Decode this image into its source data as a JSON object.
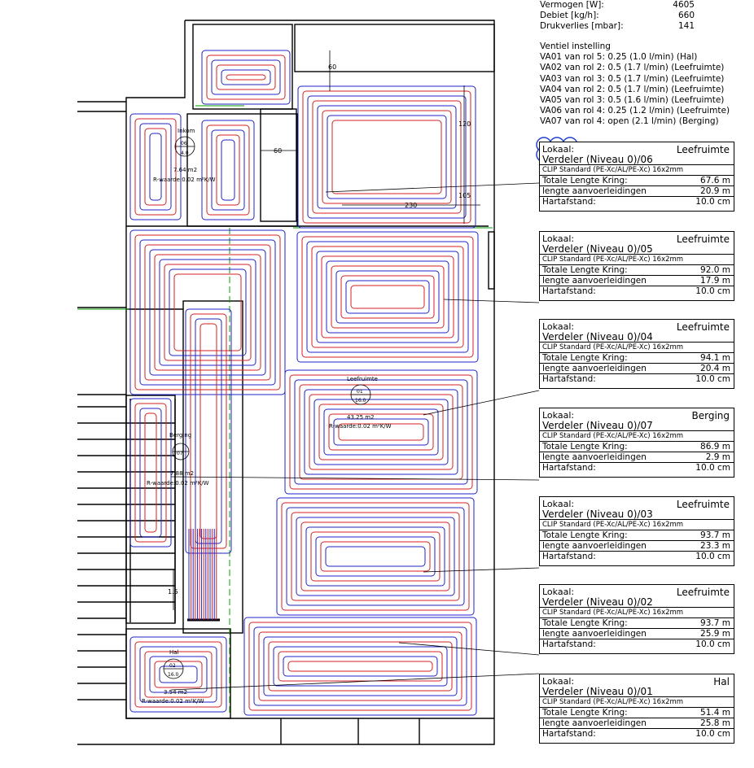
{
  "summary": {
    "vermogen_label": "Vermogen [W]:",
    "vermogen_value": "4605",
    "debiet_label": "Debiet [kg/h]:",
    "debiet_value": "660",
    "druk_label": "Drukverlies [mbar]:",
    "druk_value": "141"
  },
  "valves": {
    "title": "Ventiel instelling",
    "lines": [
      "VA01 van rol 5: 0.25 (1.0 l/min) (Hal)",
      "VA02 van rol 2: 0.5 (1.7 l/min) (Leefruimte)",
      "VA03 van rol 3: 0.5 (1.7 l/min) (Leefruimte)",
      "VA04 van rol 2: 0.5 (1.7 l/min) (Leefruimte)",
      "VA05 van rol 3: 0.5 (1.6 l/min) (Leefruimte)",
      "VA06 van rol 4: 0.25 (1.2 l/min) (Leefruimte)",
      "VA07 van rol 4: open (2.1 l/min) (Berging)"
    ]
  },
  "card_labels": {
    "lokaal": "Lokaal:",
    "material": "CLIP Standard (PE-Xc/AL/PE-Xc) 16x2mm",
    "total": "Totale Lengte Kring:",
    "feed": "lengte aanvoerleidingen",
    "spacing": "Hartafstand:"
  },
  "cards": [
    {
      "room": "Leefruimte",
      "verdeler": "Verdeler (Niveau 0)/06",
      "total": "67.6 m",
      "feed": "20.9 m",
      "spacing": "10.0 cm"
    },
    {
      "room": "Leefruimte",
      "verdeler": "Verdeler (Niveau 0)/05",
      "total": "92.0 m",
      "feed": "17.9 m",
      "spacing": "10.0 cm"
    },
    {
      "room": "Leefruimte",
      "verdeler": "Verdeler (Niveau 0)/04",
      "total": "94.1 m",
      "feed": "20.4 m",
      "spacing": "10.0 cm"
    },
    {
      "room": "Berging",
      "verdeler": "Verdeler (Niveau 0)/07",
      "total": "86.9 m",
      "feed": "2.9 m",
      "spacing": "10.0 cm"
    },
    {
      "room": "Leefruimte",
      "verdeler": "Verdeler (Niveau 0)/03",
      "total": "93.7 m",
      "feed": "23.3 m",
      "spacing": "10.0 cm"
    },
    {
      "room": "Leefruimte",
      "verdeler": "Verdeler (Niveau 0)/02",
      "total": "93.7 m",
      "feed": "25.9 m",
      "spacing": "10.0 cm"
    },
    {
      "room": "Hal",
      "verdeler": "Verdeler (Niveau 0)/01",
      "total": "51.4 m",
      "feed": "25.8 m",
      "spacing": "10.0 cm"
    }
  ],
  "plan_labels": {
    "inkom_name": "Inkom",
    "inkom_num": "06",
    "inkom_pct": "4.0",
    "inkom_area": "7.64 m2",
    "inkom_r": "R-waarde:0.02 m²K/W",
    "leef_name": "Leefruimte",
    "leef_num": "01",
    "leef_pct": "16.0",
    "leef_area": "43.25 m2",
    "leef_r": "R-waarde:0.02 m²K/W",
    "berg_name": "Berging",
    "berg_num": "07",
    "berg_area": "7.88 m2",
    "berg_r": "R-waarde:0.02 m²K/W",
    "hal_name": "Hal",
    "hal_num": "02",
    "hal_pct": "16.0",
    "hal_area": "3.54 m2",
    "hal_r": "R-waarde:0.02 m²K/W",
    "dim_60a": "60",
    "dim_60b": "60",
    "dim_120": "120",
    "dim_105": "105",
    "dim_230": "230",
    "dim_15": "1.5"
  },
  "colors": {
    "supply": "#d42020",
    "return": "#2020c8",
    "wall": "#000000",
    "green": "#00a000"
  }
}
